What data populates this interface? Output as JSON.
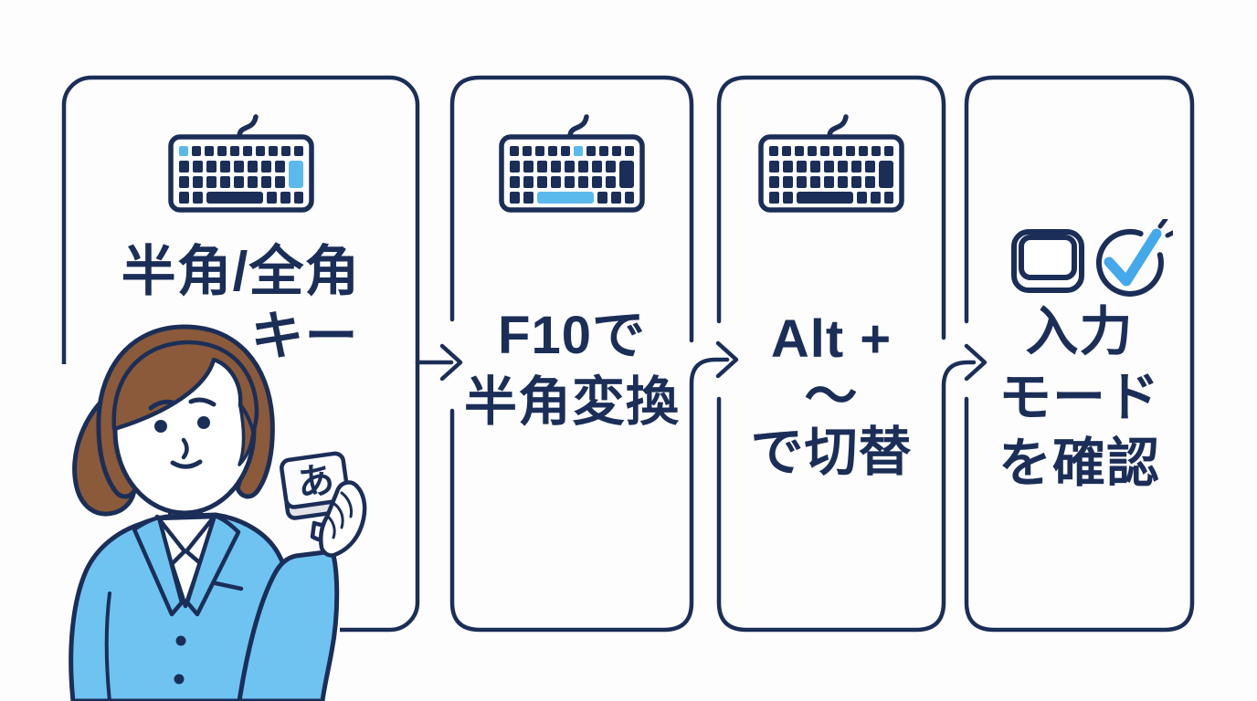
{
  "colors": {
    "navy": "#1b2e58",
    "lite": "#6ec3f1",
    "keyblue": "#5cb9ec",
    "check": "#43a9ea",
    "hair": "#8a5a3a",
    "keyside": "#e3e3e8",
    "bg": "#fdfdfd"
  },
  "panels": [
    {
      "name": "step-1",
      "icon": "keyboard-hankaku-key-icon",
      "lines": [
        "半角/全角",
        "キー"
      ]
    },
    {
      "name": "step-2",
      "icon": "keyboard-f10-icon",
      "lines": [
        "F10で",
        "半角変換"
      ]
    },
    {
      "name": "step-3",
      "icon": "keyboard-icon",
      "lines": [
        "Alt +",
        "～",
        "で切替"
      ]
    },
    {
      "name": "step-4",
      "icon": "keycap-check-icon",
      "lines": [
        "入力",
        "モード",
        "を確認"
      ]
    }
  ],
  "illustration": {
    "keycap_label": "あ"
  }
}
